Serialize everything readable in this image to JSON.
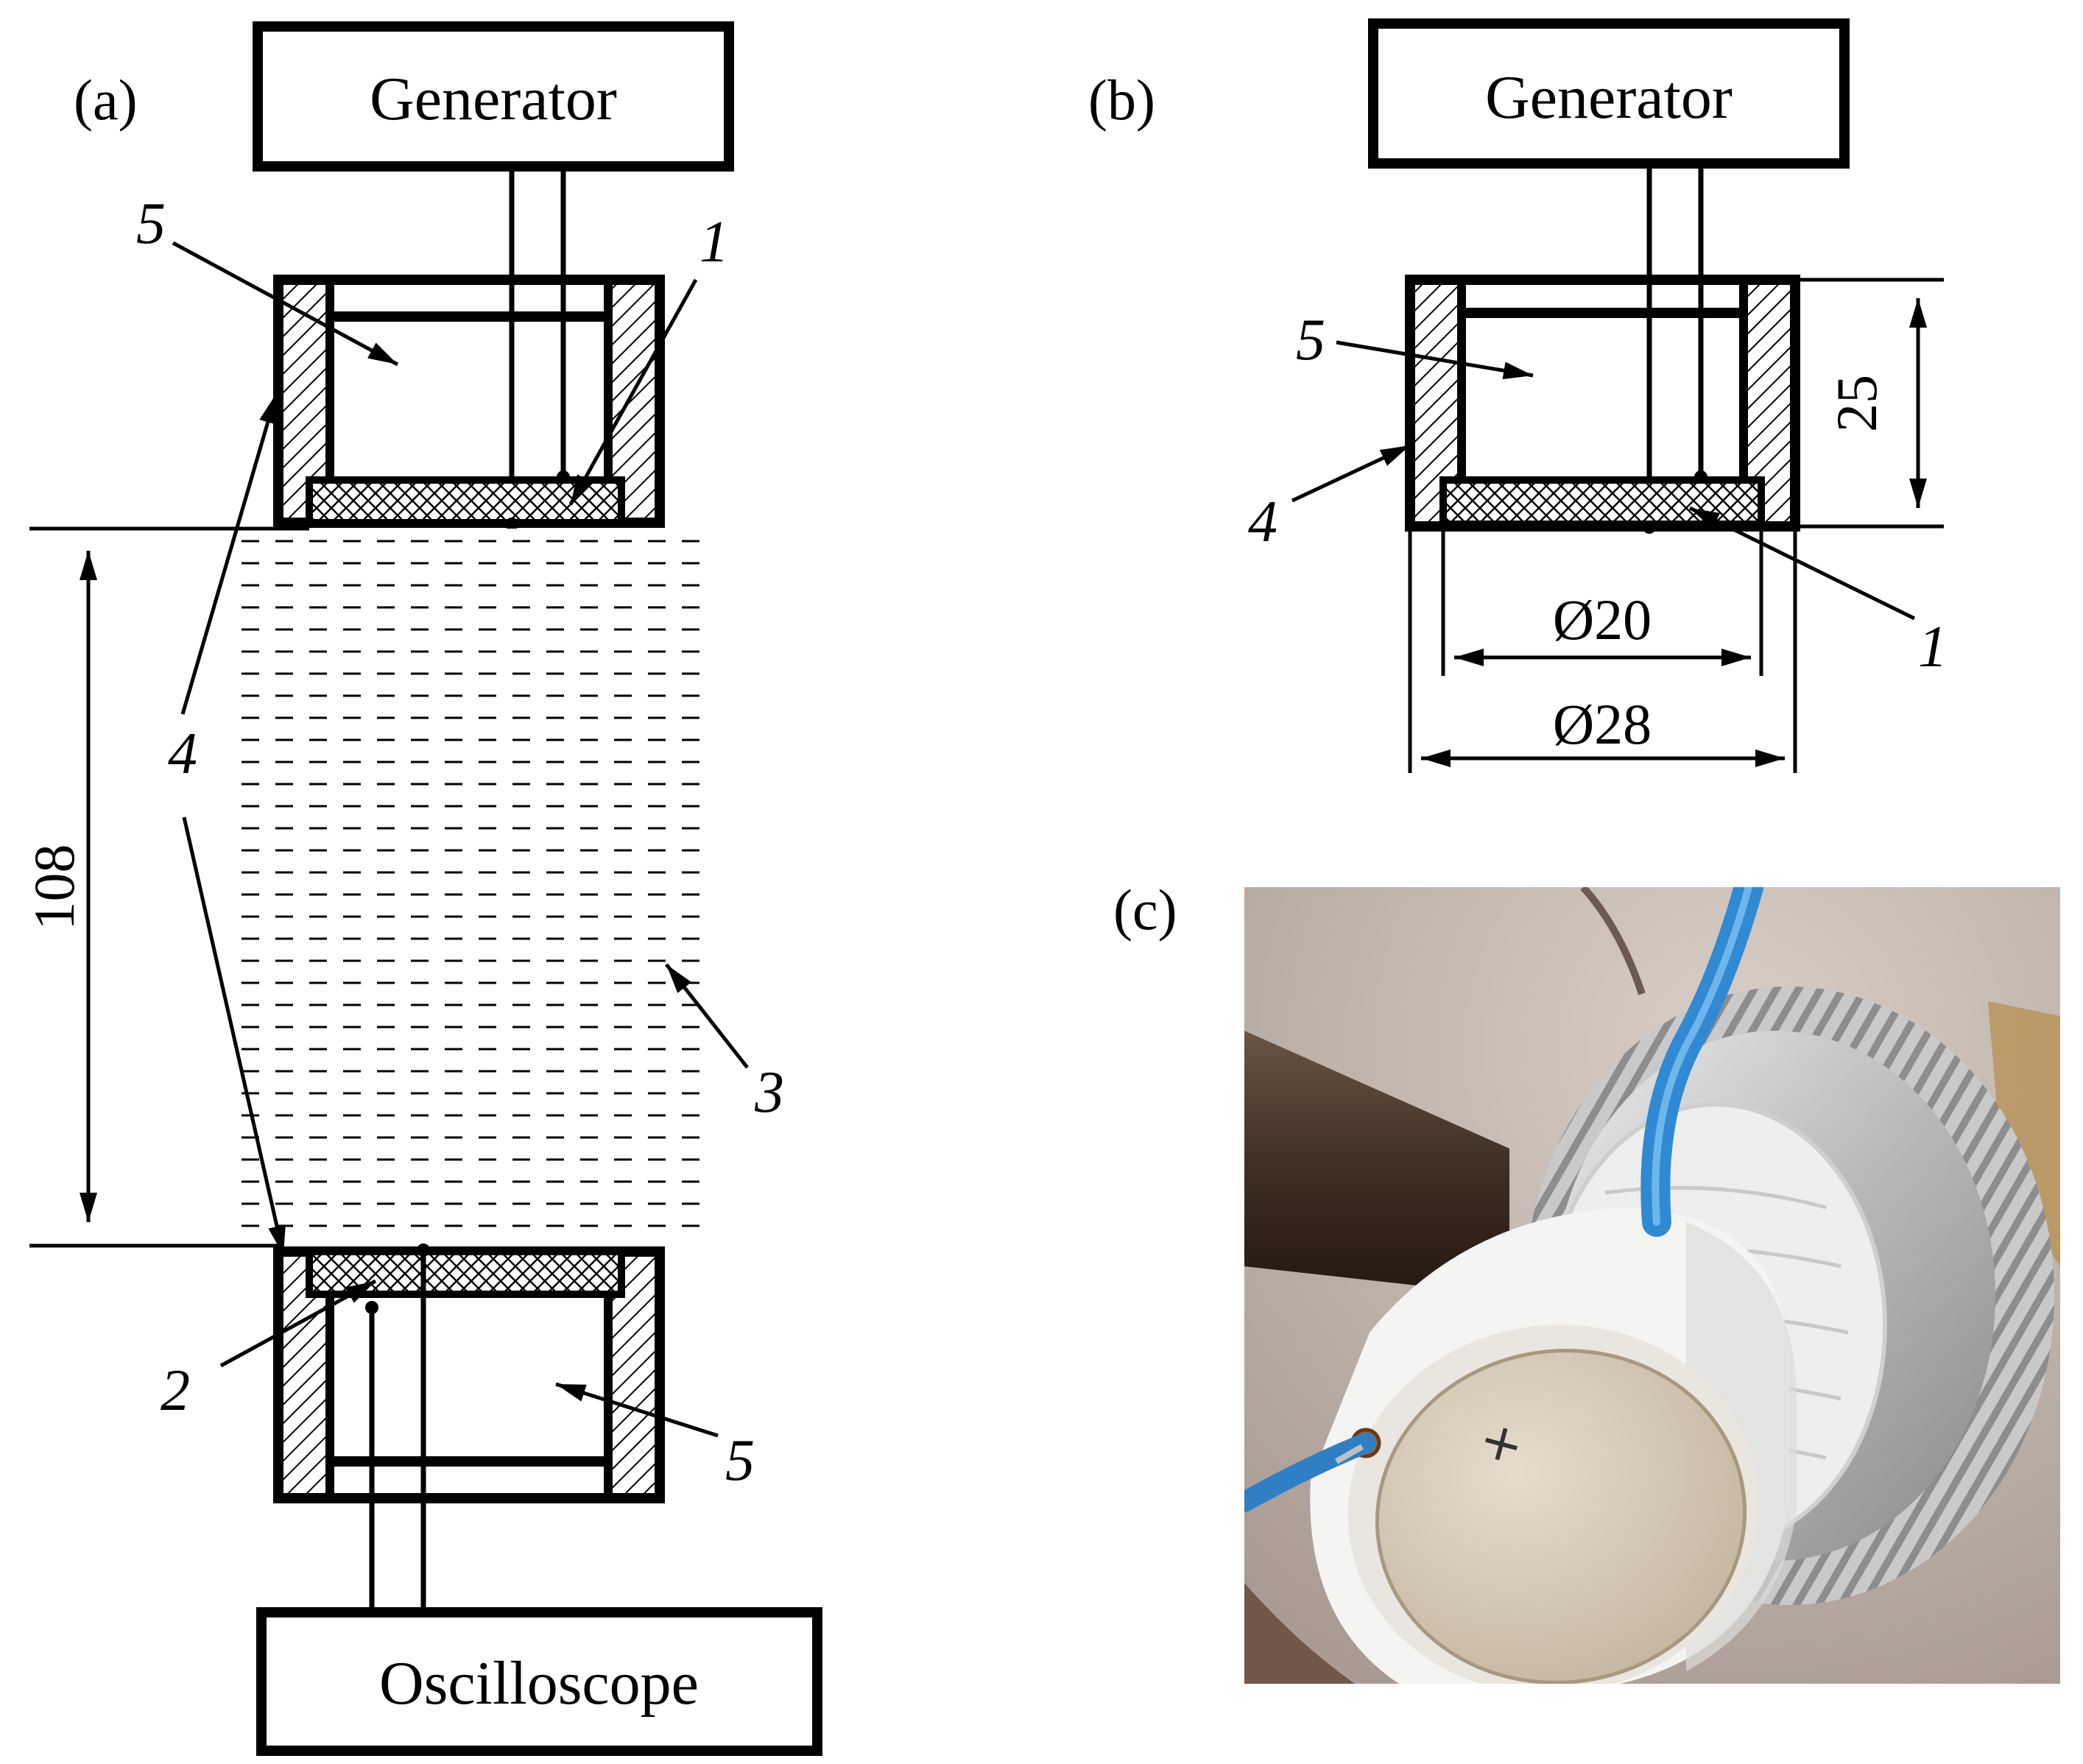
{
  "panels": {
    "a": {
      "label": "(a)",
      "generator": "Generator",
      "oscilloscope": "Oscilloscope",
      "callouts": {
        "top5": "5",
        "top1": "1",
        "left4": "4",
        "liquid3": "3",
        "bottom2": "2",
        "bottom5": "5"
      },
      "dimension_108": "108"
    },
    "b": {
      "label": "(b)",
      "generator": "Generator",
      "callouts": {
        "c5": "5",
        "c4": "4",
        "c1": "1"
      },
      "dimension_25": "25",
      "dimension_d20": "Ø20",
      "dimension_d28": "Ø28"
    },
    "c": {
      "label": "(c)"
    }
  },
  "photo": {
    "pen_mark": "+"
  }
}
